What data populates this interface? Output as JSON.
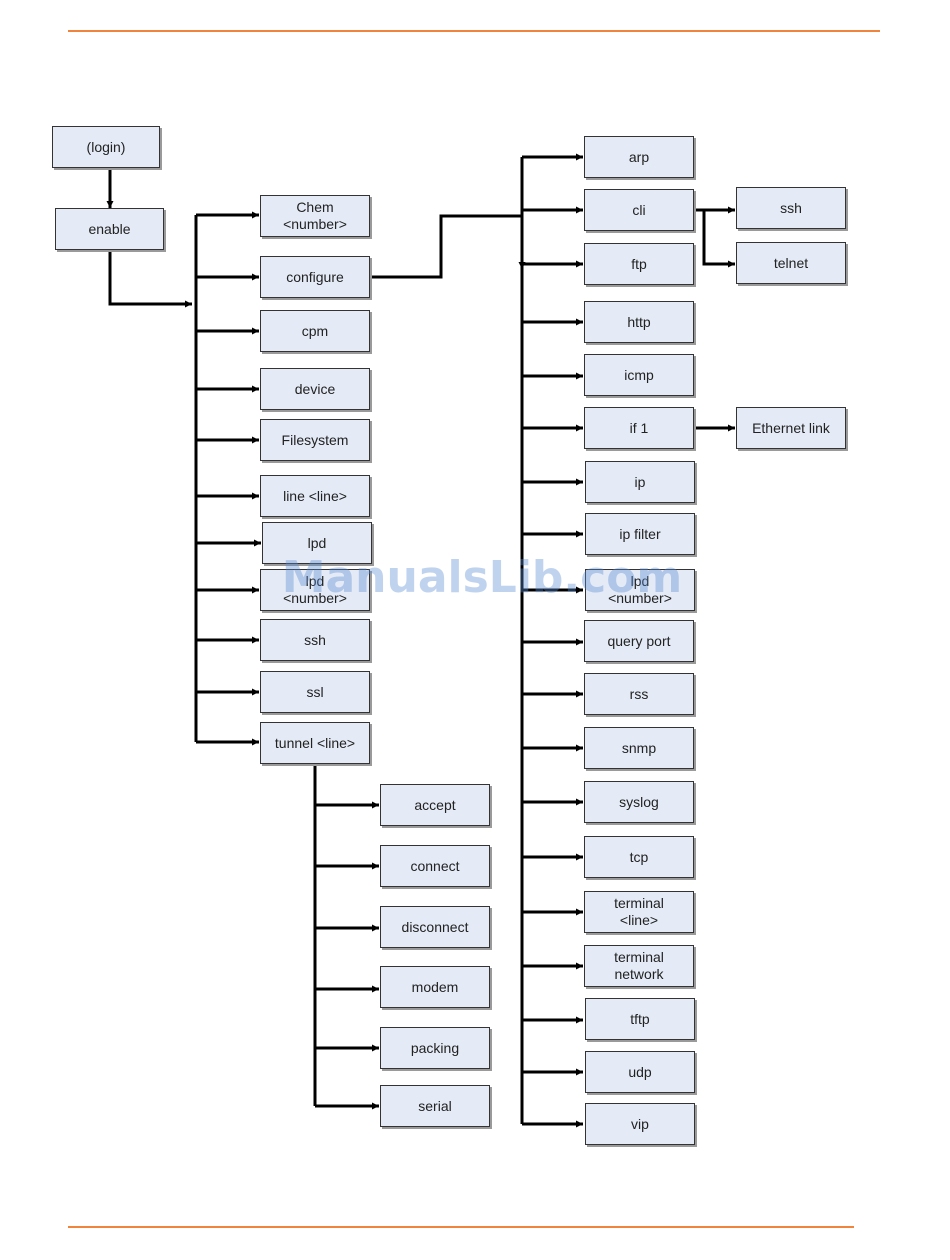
{
  "colors": {
    "rule": "#f0843c",
    "node_fill": "#e4ebf6",
    "node_border": "#333333",
    "wire": "#000000"
  },
  "watermark": "ManualsLib.com",
  "root": {
    "login": "(login)",
    "enable": "enable"
  },
  "enable_commands": [
    "Chem\n<number>",
    "configure",
    "cpm",
    "device",
    "Filesystem",
    "line <line>",
    "lpd",
    "lpd\n<number>",
    "ssh",
    "ssl",
    "tunnel <line>"
  ],
  "tunnel_commands": [
    "accept",
    "connect",
    "disconnect",
    "modem",
    "packing",
    "serial"
  ],
  "configure_commands": [
    "arp",
    "cli",
    "ftp",
    "http",
    "icmp",
    "if 1",
    "ip",
    "ip filter",
    "lpd\n<number>",
    "query port",
    "rss",
    "snmp",
    "syslog",
    "tcp",
    "terminal\n<line>",
    "terminal\nnetwork",
    "tftp",
    "udp",
    "vip"
  ],
  "cli_commands": [
    "ssh",
    "telnet"
  ],
  "if_commands": [
    "Ethernet link"
  ]
}
